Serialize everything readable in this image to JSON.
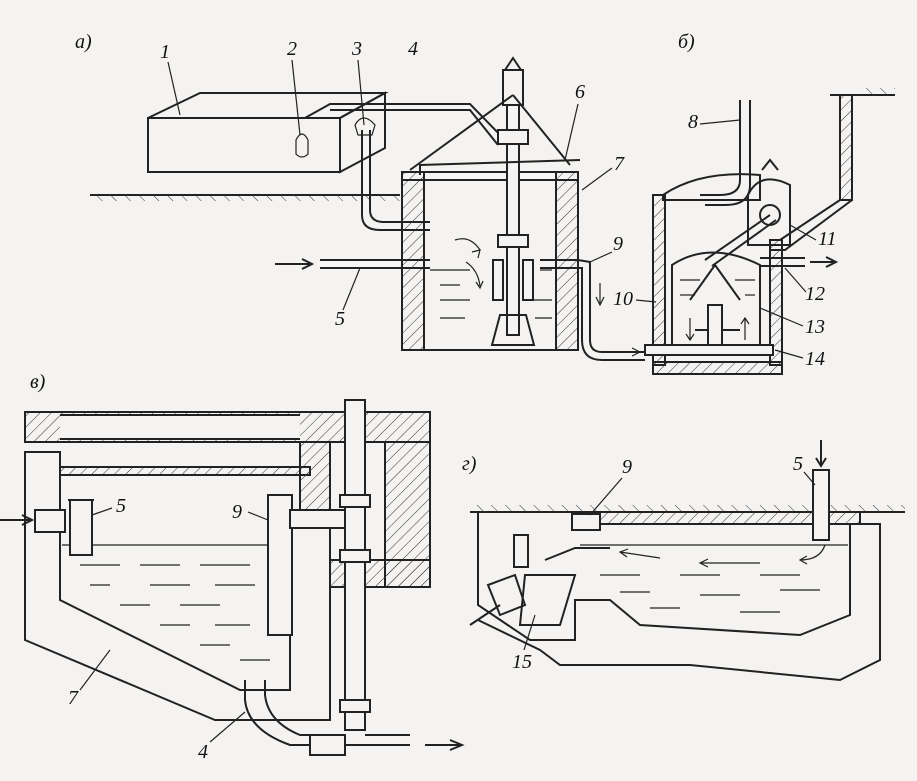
{
  "panels": {
    "a": {
      "label": "а)"
    },
    "b": {
      "label": "б)"
    },
    "v": {
      "label": "в)"
    },
    "g": {
      "label": "г)"
    }
  },
  "callouts": {
    "n1": "1",
    "n2": "2",
    "n3": "3",
    "n4": "4",
    "n5": "5",
    "n6": "6",
    "n7": "7",
    "n8": "8",
    "n9": "9",
    "n10": "10",
    "n11": "11",
    "n12": "12",
    "n13": "13",
    "n14": "14",
    "v5": "5",
    "v9": "9",
    "v7": "7",
    "v4": "4",
    "g9": "9",
    "g5": "5",
    "g15": "15"
  }
}
